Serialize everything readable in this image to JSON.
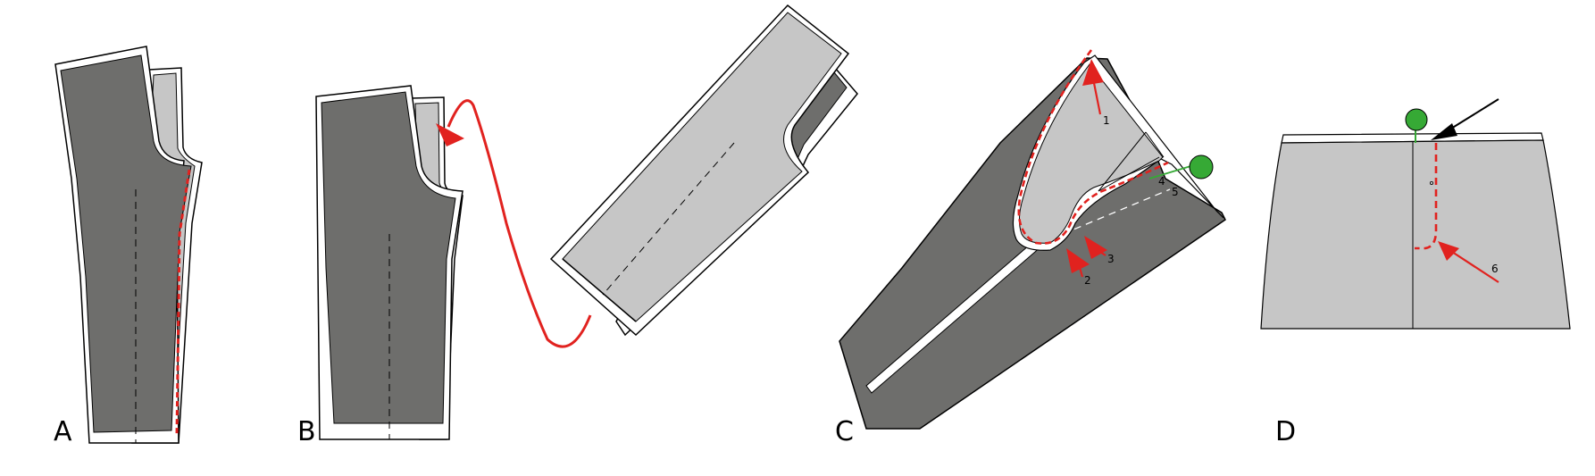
{
  "colors": {
    "fabric_dark": "#6e6e6c",
    "fabric_light": "#c6c6c6",
    "outline": "#000000",
    "seam_allowance": "#ffffff",
    "stitch_red": "#e1221f",
    "pin_green": "#36a935",
    "pointer_black": "#000000"
  },
  "panels": {
    "a": {
      "letter": "A"
    },
    "b": {
      "letter": "B"
    },
    "c": {
      "letter": "C",
      "steps": {
        "s1": "1",
        "s2": "2",
        "s3": "3",
        "s4": "4",
        "s5": "5"
      }
    },
    "d": {
      "letter": "D",
      "steps": {
        "s6": "6"
      }
    }
  },
  "icons": {
    "pin": "green-pin-icon",
    "arrow_red": "red-arrow-icon",
    "arrow_black": "black-arrow-icon"
  }
}
